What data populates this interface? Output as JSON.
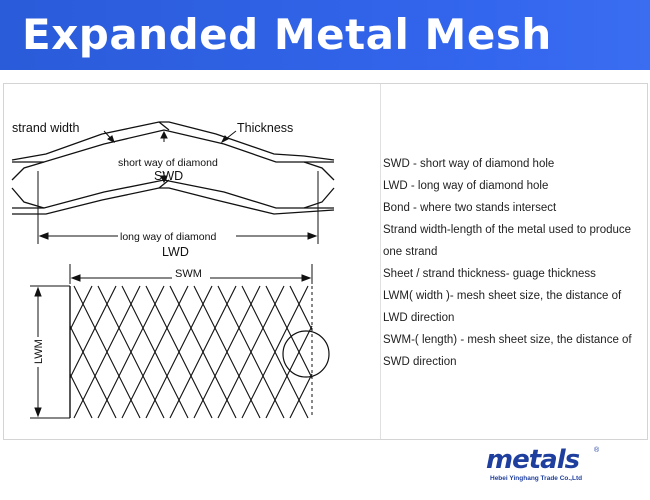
{
  "header": {
    "title": "Expanded Metal Mesh"
  },
  "diagram": {
    "strand_width": "strand width",
    "thickness": "Thickness",
    "short_way": "short way of diamond",
    "swd": "SWD",
    "long_way": "long way of diamond",
    "lwd": "LWD",
    "swm": "SWM",
    "lwm": "LWM"
  },
  "definitions": [
    "SWD - short way of diamond hole",
    "LWD - long way of diamond hole",
    "Bond - where two stands intersect",
    "Strand width-length of the metal used to produce",
    "one strand",
    "Sheet / strand thickness- guage thickness",
    "LWM( width )- mesh sheet size, the distance of",
    " LWD direction",
    "SWM-( length) - mesh sheet size, the distance of",
    "SWD direction"
  ],
  "logo": {
    "name": "metals",
    "registered": "®",
    "company": "Hebei Yinghang Trade Co.,Ltd"
  }
}
